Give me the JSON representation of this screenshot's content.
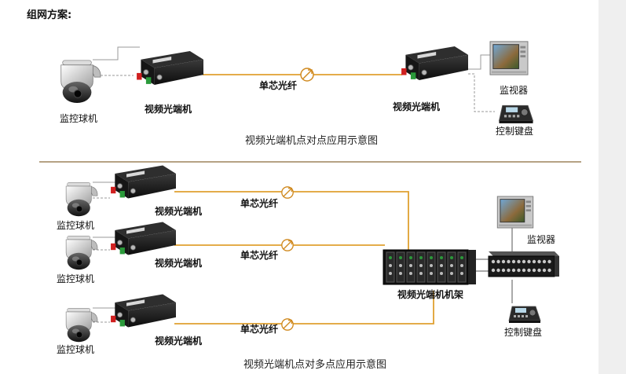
{
  "title": "组网方案:",
  "top_section": {
    "camera_label": "监控球机",
    "transmitter_label": "视频光端机",
    "fiber_label": "单芯光纤",
    "receiver_label": "视频光端机",
    "monitor_label": "监视器",
    "keyboard_label": "控制键盘",
    "caption": "视频光端机点对点应用示意图"
  },
  "bottom_section": {
    "rows": [
      {
        "camera_label": "监控球机",
        "transmitter_label": "视频光端机",
        "fiber_label": "单芯光纤"
      },
      {
        "camera_label": "监控球机",
        "transmitter_label": "视频光端机",
        "fiber_label": "单芯光纤"
      },
      {
        "camera_label": "监控球机",
        "transmitter_label": "视频光端机",
        "fiber_label": "单芯光纤"
      }
    ],
    "rack_label": "视频光端机机架",
    "monitor_label": "监视器",
    "keyboard_label": "控制键盘",
    "caption": "视频光端机点对多点应用示意图"
  },
  "colors": {
    "fiber": "#e0a030",
    "divider": "#8a6a3a",
    "device": "#1a1a1a",
    "cable": "#888888"
  }
}
